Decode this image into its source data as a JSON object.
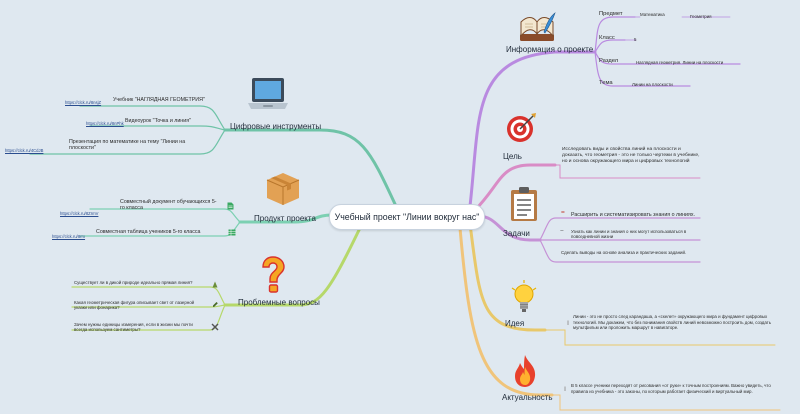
{
  "center": "Учебный проект \"Линии вокруг нас\"",
  "info": {
    "title": "Информация о проекте",
    "subject_label": "Предмет",
    "subject_value1": "Математика",
    "subject_value2": "Геометрия",
    "grade_label": "Класс",
    "grade_value": "5",
    "section_label": "Раздел",
    "section_value": "Наглядная геометрия. Линии на плоскости",
    "topic_label": "Тема",
    "topic_value": "Линии на плоскости"
  },
  "goal": {
    "title": "Цель",
    "text": "Исследовать виды и свойства линий на плоскости и доказать, что геометрия - это не только чертежи в учебнике, но и основа окружающего мира и цифровых технологий"
  },
  "tasks": {
    "title": "Задачи",
    "items": [
      "Расширить и систематизировать знания о линиях.",
      "Узнать как линии и знания о них могут использоваться в повседневной жизни",
      "Сделать выводы на основе анализа и практических заданий."
    ]
  },
  "idea": {
    "title": "Идея",
    "text": "Линии - это не просто след карандаша, а «скелет» окружающего мира и фундамент цифровых технологий. Мы докажем, что без понимания свойств линий невозможно построить дом, создать мультфильм или проложить маршрут в навигаторе."
  },
  "relevance": {
    "title": "Актуальность",
    "text": "В 5 классе ученики переходят от рисования «от руки» к точным построениям. Важно увидеть, что правила из учебника - это законы, по которым работает физический и виртуальный мир."
  },
  "digital": {
    "title": "Цифровые инструменты",
    "items": [
      {
        "label": "Учебник \"НАГЛЯДНАЯ ГЕОМЕТРИЯ\"",
        "link": "https://clck.ru/8nsjZ"
      },
      {
        "label": "Видеоурок \"Точка и линия\"",
        "link": "https://clck.ru/8nPhk"
      },
      {
        "label": "Презентация по математике на тему \"Линии на плоскости\"",
        "link": "https://clck.ru/4CdJB"
      }
    ]
  },
  "product": {
    "title": "Продукт проекта",
    "items": [
      {
        "label": "Совместный документ обучающихся 5-го класса",
        "link": "https://clck.ru/8ZrmV"
      },
      {
        "label": "Совместная таблица учеников 5-го класса",
        "link": "https://clck.ru/8rrx"
      }
    ]
  },
  "questions": {
    "title": "Проблемные вопросы",
    "items": [
      "Существует ли в дикой природе идеально прямая линия?",
      "Какая геометрическая фигура описывает свет от лазерной указки или фонарика?",
      "Зачем нужны единицы измерения, если в жизни мы почти всегда используем сантиметры?"
    ]
  },
  "colors": {
    "info": "#b98ae0",
    "goal": "#d98cc6",
    "tasks": "#c592d6",
    "idea": "#e8c86a",
    "relevance": "#f0c47a",
    "digital": "#6fc3a7",
    "product": "#7cd0b2",
    "questions": "#b6d86a"
  }
}
